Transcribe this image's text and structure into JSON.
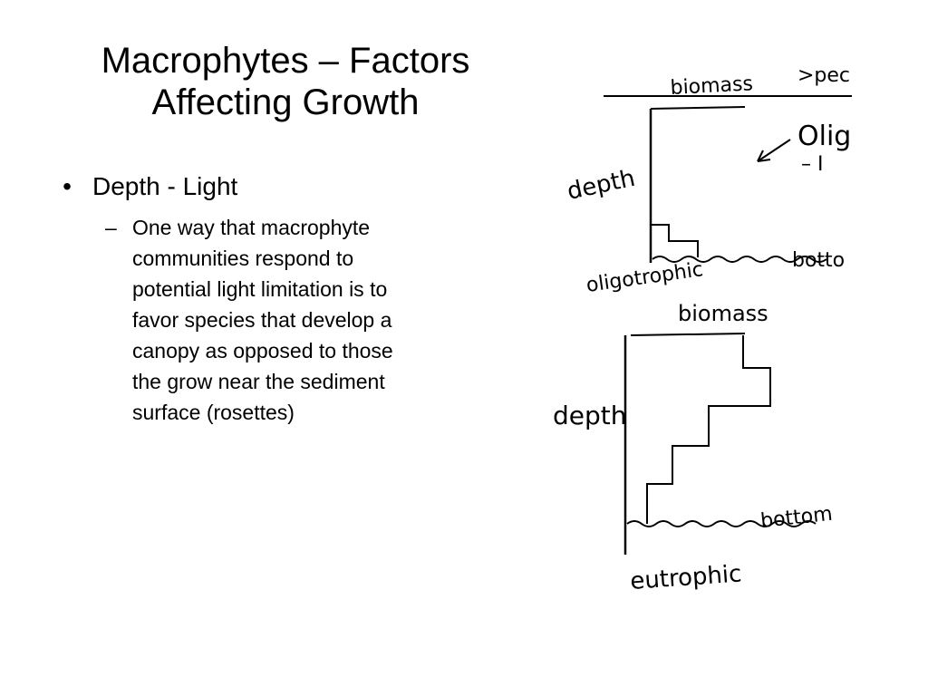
{
  "title": {
    "line1": "Macrophytes – Factors",
    "line2": "Affecting Growth"
  },
  "bullets": {
    "l1": {
      "marker": "•",
      "text": "Depth - Light"
    },
    "l2": {
      "marker": "–",
      "text": "One way that macrophyte communities respond to potential light limitation is to favor species that develop a canopy as opposed to those the grow near the sediment surface (rosettes)"
    }
  },
  "diagram": {
    "top_panel": {
      "axis_x": "biomass",
      "axis_y": "depth",
      "bottom_label": "botto",
      "lake_type": "oligotrophic",
      "cutoff_right_top": ">pec",
      "cutoff_right_callout": "Olig",
      "cutoff_right_callout2": "– I"
    },
    "bottom_panel": {
      "axis_x": "biomass",
      "axis_y": "depth",
      "bottom_label": "bottom",
      "lake_type": "eutrophic"
    }
  }
}
